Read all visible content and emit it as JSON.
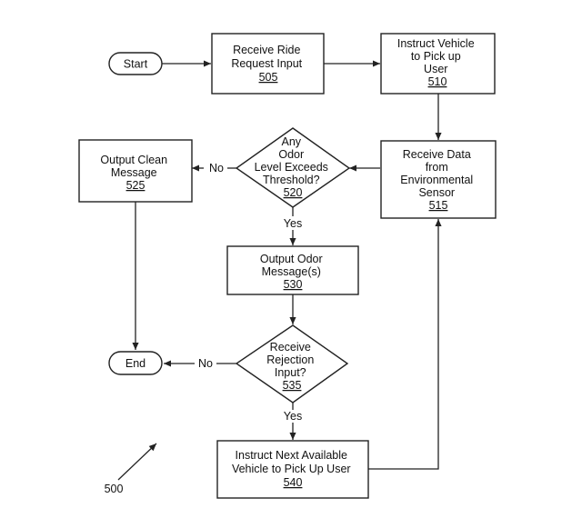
{
  "nodes": {
    "start": {
      "lines": [
        "Start"
      ]
    },
    "n505": {
      "lines": [
        "Receive Ride",
        "Request Input"
      ],
      "ref": "505"
    },
    "n510": {
      "lines": [
        "Instruct Vehicle",
        "to Pick up",
        "User"
      ],
      "ref": "510"
    },
    "n515": {
      "lines": [
        "Receive Data",
        "from",
        "Environmental",
        "Sensor"
      ],
      "ref": "515"
    },
    "n520": {
      "lines": [
        "Any",
        "Odor",
        "Level Exceeds",
        "Threshold?"
      ],
      "ref": "520"
    },
    "n525": {
      "lines": [
        "Output Clean",
        "Message"
      ],
      "ref": "525"
    },
    "n530": {
      "lines": [
        "Output Odor",
        "Message(s)"
      ],
      "ref": "530"
    },
    "n535": {
      "lines": [
        "Receive",
        "Rejection",
        "Input?"
      ],
      "ref": "535"
    },
    "n540": {
      "lines": [
        "Instruct Next Available",
        "Vehicle to Pick Up User"
      ],
      "ref": "540"
    },
    "end": {
      "lines": [
        "End"
      ]
    }
  },
  "edge_labels": {
    "no_520": "No",
    "yes_520": "Yes",
    "no_535": "No",
    "yes_535": "Yes"
  },
  "figure_ref": "500"
}
